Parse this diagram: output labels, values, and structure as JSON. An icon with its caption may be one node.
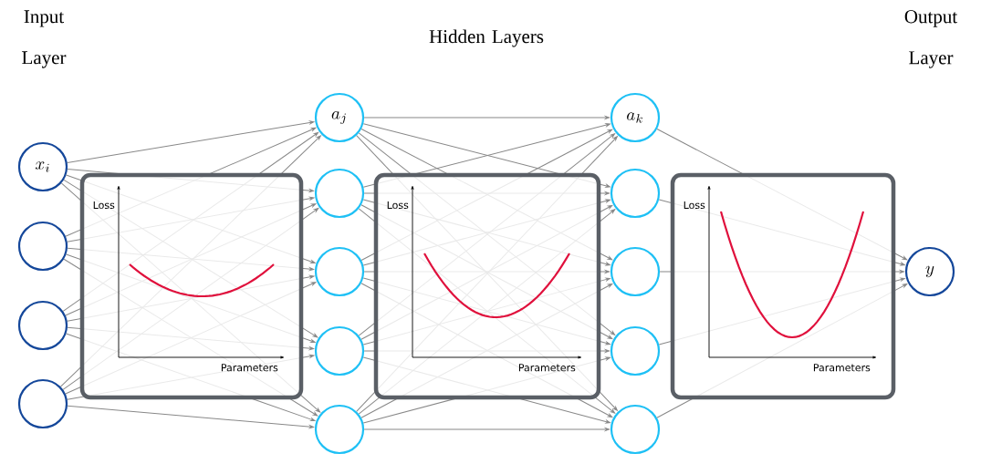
{
  "diagram": {
    "nodes": [
      {
        "text": [
          "x_i"
        ]
      },
      {
        "text": [],
        "shape": "circle"
      },
      {
        "text": [],
        "shape": "circle"
      },
      {
        "text": [],
        "shape": "circle"
      },
      {
        "text": [
          "a_j"
        ]
      },
      {
        "text": [],
        "shape": "circle"
      },
      {
        "text": [],
        "shape": "circle"
      },
      {
        "text": [],
        "shape": "circle"
      },
      {
        "text": [],
        "shape": "circle"
      },
      {
        "text": [
          "a_k"
        ]
      },
      {
        "text": [],
        "shape": "circle"
      },
      {
        "text": [],
        "shape": "circle"
      },
      {
        "text": [],
        "shape": "circle"
      },
      {
        "text": [],
        "shape": "circle"
      },
      {
        "text": [
          "y"
        ]
      }
    ],
    "edges": [
      {
        "from": 0,
        "to": 4,
        "arrow": "to"
      },
      {
        "from": 0,
        "to": 5,
        "arrow": "to"
      },
      {
        "from": 0,
        "to": 6,
        "arrow": "to"
      },
      {
        "from": 0,
        "to": 7,
        "arrow": "to"
      },
      {
        "from": 0,
        "to": 8,
        "arrow": "to"
      },
      {
        "from": 1,
        "to": 4,
        "arrow": "to"
      },
      {
        "from": 1,
        "to": 5,
        "arrow": "to"
      },
      {
        "from": 1,
        "to": 6,
        "arrow": "to"
      },
      {
        "from": 1,
        "to": 7,
        "arrow": "to"
      },
      {
        "from": 1,
        "to": 8,
        "arrow": "to"
      },
      {
        "from": 2,
        "to": 4,
        "arrow": "to"
      },
      {
        "from": 2,
        "to": 5,
        "arrow": "to"
      },
      {
        "from": 2,
        "to": 6,
        "arrow": "to"
      },
      {
        "from": 2,
        "to": 7,
        "arrow": "to"
      },
      {
        "from": 2,
        "to": 8,
        "arrow": "to"
      },
      {
        "from": 3,
        "to": 4,
        "arrow": "to"
      },
      {
        "from": 3,
        "to": 5,
        "arrow": "to"
      },
      {
        "from": 3,
        "to": 6,
        "arrow": "to"
      },
      {
        "from": 3,
        "to": 7,
        "arrow": "to"
      },
      {
        "from": 3,
        "to": 8,
        "arrow": "to"
      },
      {
        "from": 4,
        "to": 9,
        "arrow": "to"
      },
      {
        "from": 4,
        "to": 10,
        "arrow": "to"
      },
      {
        "from": 4,
        "to": 11,
        "arrow": "to"
      },
      {
        "from": 4,
        "to": 12,
        "arrow": "to"
      },
      {
        "from": 4,
        "to": 13,
        "arrow": "to"
      },
      {
        "from": 5,
        "to": 9,
        "arrow": "to"
      },
      {
        "from": 5,
        "to": 10,
        "arrow": "to"
      },
      {
        "from": 5,
        "to": 11,
        "arrow": "to"
      },
      {
        "from": 5,
        "to": 12,
        "arrow": "to"
      },
      {
        "from": 5,
        "to": 13,
        "arrow": "to"
      },
      {
        "from": 6,
        "to": 9,
        "arrow": "to"
      },
      {
        "from": 6,
        "to": 10,
        "arrow": "to"
      },
      {
        "from": 6,
        "to": 11,
        "arrow": "to"
      },
      {
        "from": 6,
        "to": 12,
        "arrow": "to"
      },
      {
        "from": 6,
        "to": 13,
        "arrow": "to"
      },
      {
        "from": 7,
        "to": 9,
        "arrow": "to"
      },
      {
        "from": 7,
        "to": 10,
        "arrow": "to"
      },
      {
        "from": 7,
        "to": 11,
        "arrow": "to"
      },
      {
        "from": 7,
        "to": 12,
        "arrow": "to"
      },
      {
        "from": 7,
        "to": 13,
        "arrow": "to"
      },
      {
        "from": 8,
        "to": 9,
        "arrow": "to"
      },
      {
        "from": 8,
        "to": 10,
        "arrow": "to"
      },
      {
        "from": 8,
        "to": 11,
        "arrow": "to"
      },
      {
        "from": 8,
        "to": 12,
        "arrow": "to"
      },
      {
        "from": 8,
        "to": 13,
        "arrow": "to"
      },
      {
        "from": 9,
        "to": 14,
        "arrow": "to"
      },
      {
        "from": 10,
        "to": 14,
        "arrow": "to"
      },
      {
        "from": 11,
        "to": 14,
        "arrow": "to"
      },
      {
        "from": 12,
        "to": 14,
        "arrow": "to"
      },
      {
        "from": 13,
        "to": 14,
        "arrow": "to"
      }
    ],
    "labels": [
      "Input Layer",
      "Hidden Layers",
      "Output Layer",
      "Loss",
      "Parameters",
      "Loss",
      "Parameters",
      "Loss",
      "Parameters"
    ]
  }
}
